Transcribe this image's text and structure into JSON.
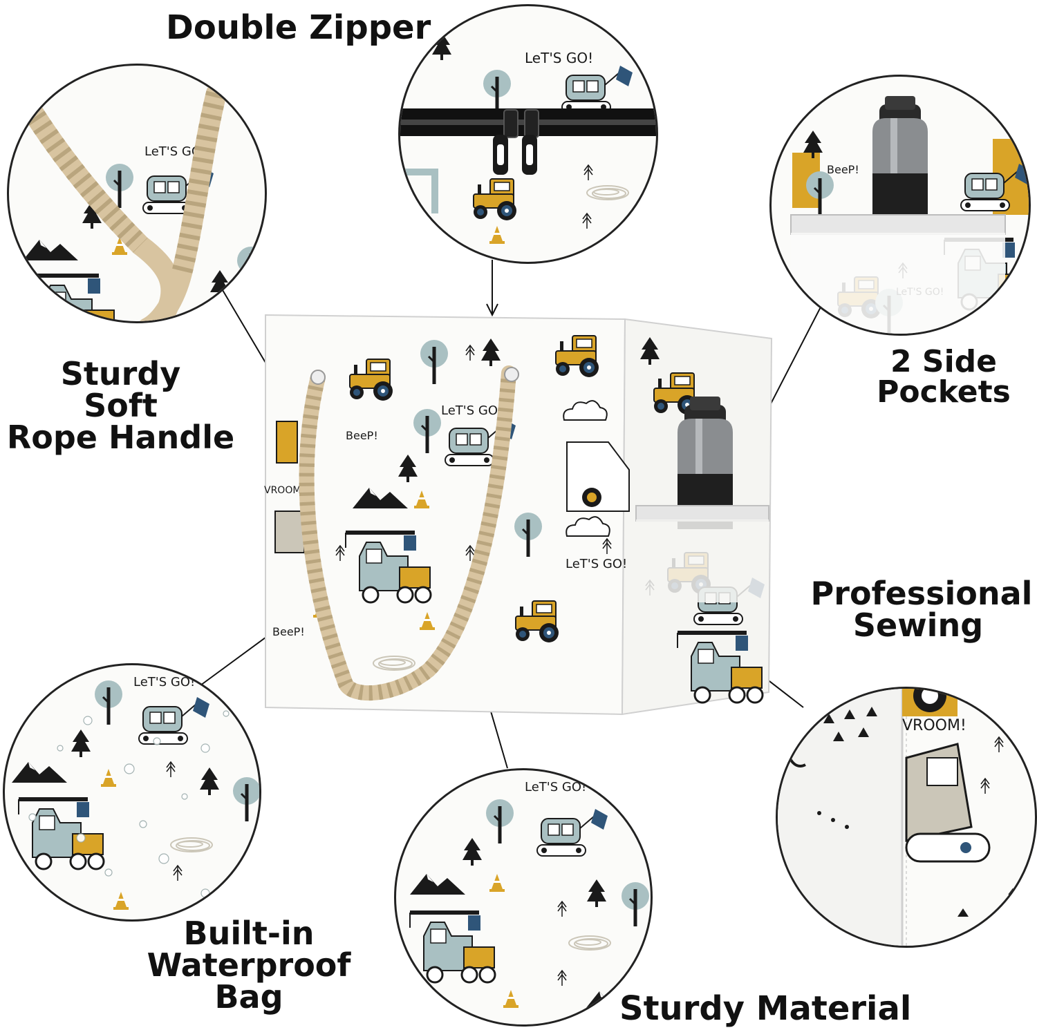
{
  "labels": {
    "double_zipper": "Double Zipper",
    "rope_handle": [
      "Sturdy",
      "Soft",
      "Rope Handle"
    ],
    "side_pockets": [
      "2 Side",
      "Pockets"
    ],
    "professional_sewing": [
      "Professional",
      "Sewing"
    ],
    "waterproof_bag": [
      "Built-in",
      "Waterproof",
      "Bag"
    ],
    "sturdy_material": "Sturdy Material"
  },
  "pattern_text": {
    "lets_go": "LeT'S GO!",
    "beep": "BeeP!",
    "vroom": "VROOM!"
  },
  "colors": {
    "mustard": "#d9a428",
    "sage": "#a9c0c2",
    "navy": "#2f5579",
    "beige": "#cbc6b8",
    "rope": "#d8c4a0",
    "ink": "#1a1a1a"
  },
  "icons": [
    "tractor-icon",
    "excavator-icon",
    "crane-truck-icon",
    "tree-icon",
    "pine-icon",
    "mountain-icon",
    "cone-icon",
    "cloud-icon",
    "water-bottle-icon",
    "zipper-pull-icon"
  ]
}
